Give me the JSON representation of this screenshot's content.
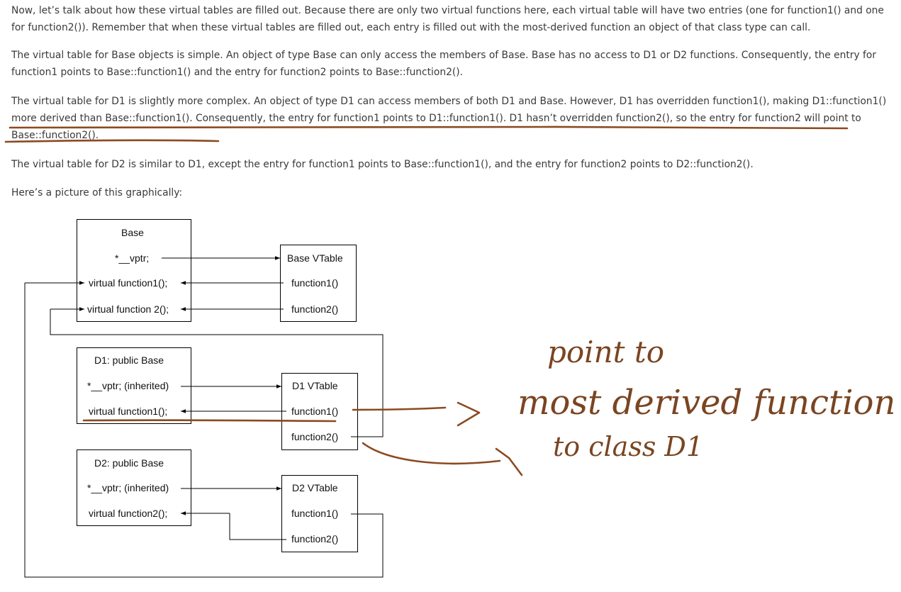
{
  "article": {
    "paragraphs": [
      "Now, let’s talk about how these virtual tables are filled out. Because there are only two virtual functions here, each virtual table will have two entries (one for function1() and one for function2()). Remember that when these virtual tables are filled out, each entry is filled out with the most-derived function an object of that class type can call.",
      "The virtual table for Base objects is simple. An object of type Base can only access the members of Base. Base has no access to D1 or D2 functions. Consequently, the entry for function1 points to Base::function1() and the entry for function2 points to Base::function2().",
      "The virtual table for D1 is slightly more complex. An object of type D1 can access members of both D1 and Base. However, D1 has overridden function1(), making D1::function1() more derived than Base::function1(). Consequently, the entry for function1 points to D1::function1(). D1 hasn’t overridden function2(), so the entry for function2 will point to Base::function2().",
      "The virtual table for D2 is similar to D1, except the entry for function1 points to Base::function1(), and the entry for function2 points to D2::function2().",
      "Here’s a picture of this graphically:"
    ]
  },
  "diagram": {
    "base_class": {
      "title": "Base",
      "vptr": "*__vptr;",
      "func1": "virtual function1();",
      "func2": "virtual function 2();"
    },
    "base_vtable": {
      "title": "Base VTable",
      "entry1": "function1()",
      "entry2": "function2()"
    },
    "d1_class": {
      "title": "D1: public Base",
      "vptr": "*__vptr; (inherited)",
      "func1": "virtual function1();"
    },
    "d1_vtable": {
      "title": "D1 VTable",
      "entry1": "function1()",
      "entry2": "function2()"
    },
    "d2_class": {
      "title": "D2: public Base",
      "vptr": "*__vptr; (inherited)",
      "func2": "virtual function2();"
    },
    "d2_vtable": {
      "title": "D2 VTable",
      "entry1": "function1()",
      "entry2": "function2()"
    }
  },
  "annotation": {
    "line1": "point to",
    "line2": "most derived function",
    "line3": "to class D1",
    "ink_color": "#7a4522"
  },
  "colors": {
    "text": "#3a3a3a",
    "diagram_lines": "#000000",
    "ink": "#7a4522"
  }
}
